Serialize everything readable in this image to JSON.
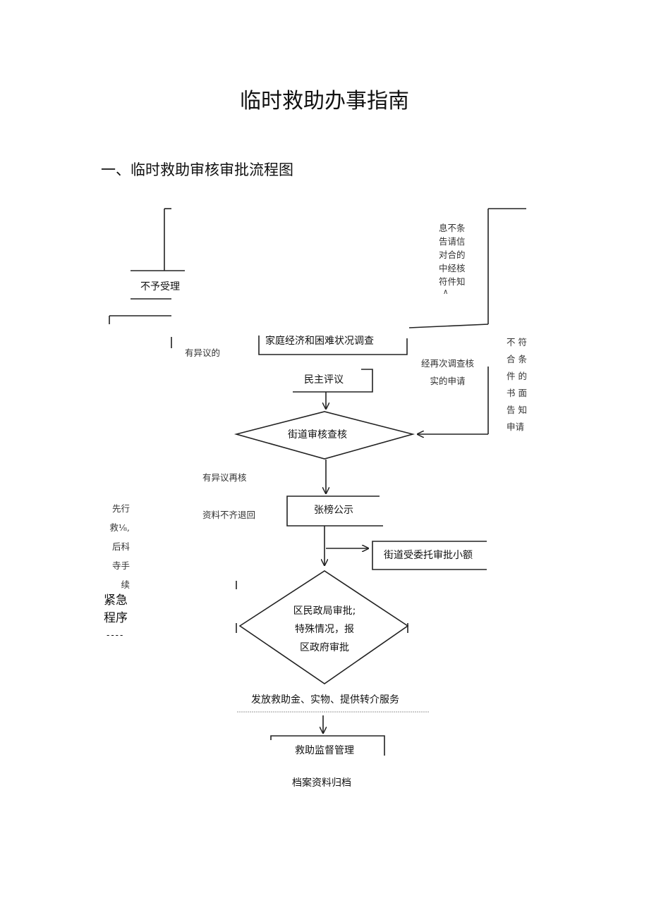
{
  "title": "临时救助办事指南",
  "section_heading": "一、临时救助审核审批流程图",
  "flowchart": {
    "reject_box": "不予受理",
    "notice_text": [
      "息不条",
      "告请信",
      "对合的",
      "中经核",
      "符件知",
      "∧"
    ],
    "objection_left": "有异议的",
    "survey_box": "家庭经济和困难状况调查",
    "recheck_text": [
      "经再次调查核",
      "实的申请"
    ],
    "right_vertical": [
      "不 符",
      "合 条",
      "件 的",
      "书 面",
      "告 知",
      "申请"
    ],
    "democratic_review": "民主评议",
    "street_review": "街道审核查核",
    "objection_recheck": "有异议再核",
    "incomplete_return": "资料不齐退回",
    "publicity": "张榜公示",
    "emergency_small": [
      "先行",
      "救⅛,",
      "后科",
      "寺手",
      "续"
    ],
    "emergency_big": [
      "紧急",
      "程序"
    ],
    "emergency_dashes": "----",
    "street_small": "街道受委托审批小额",
    "district_approval": [
      "区民政局审批;",
      "特殊情况，报",
      "区政府审批"
    ],
    "issue_aid": "发放救助金、实物、提供转介服务",
    "supervision": "救助监督管理",
    "archive": "档案资料归档"
  }
}
